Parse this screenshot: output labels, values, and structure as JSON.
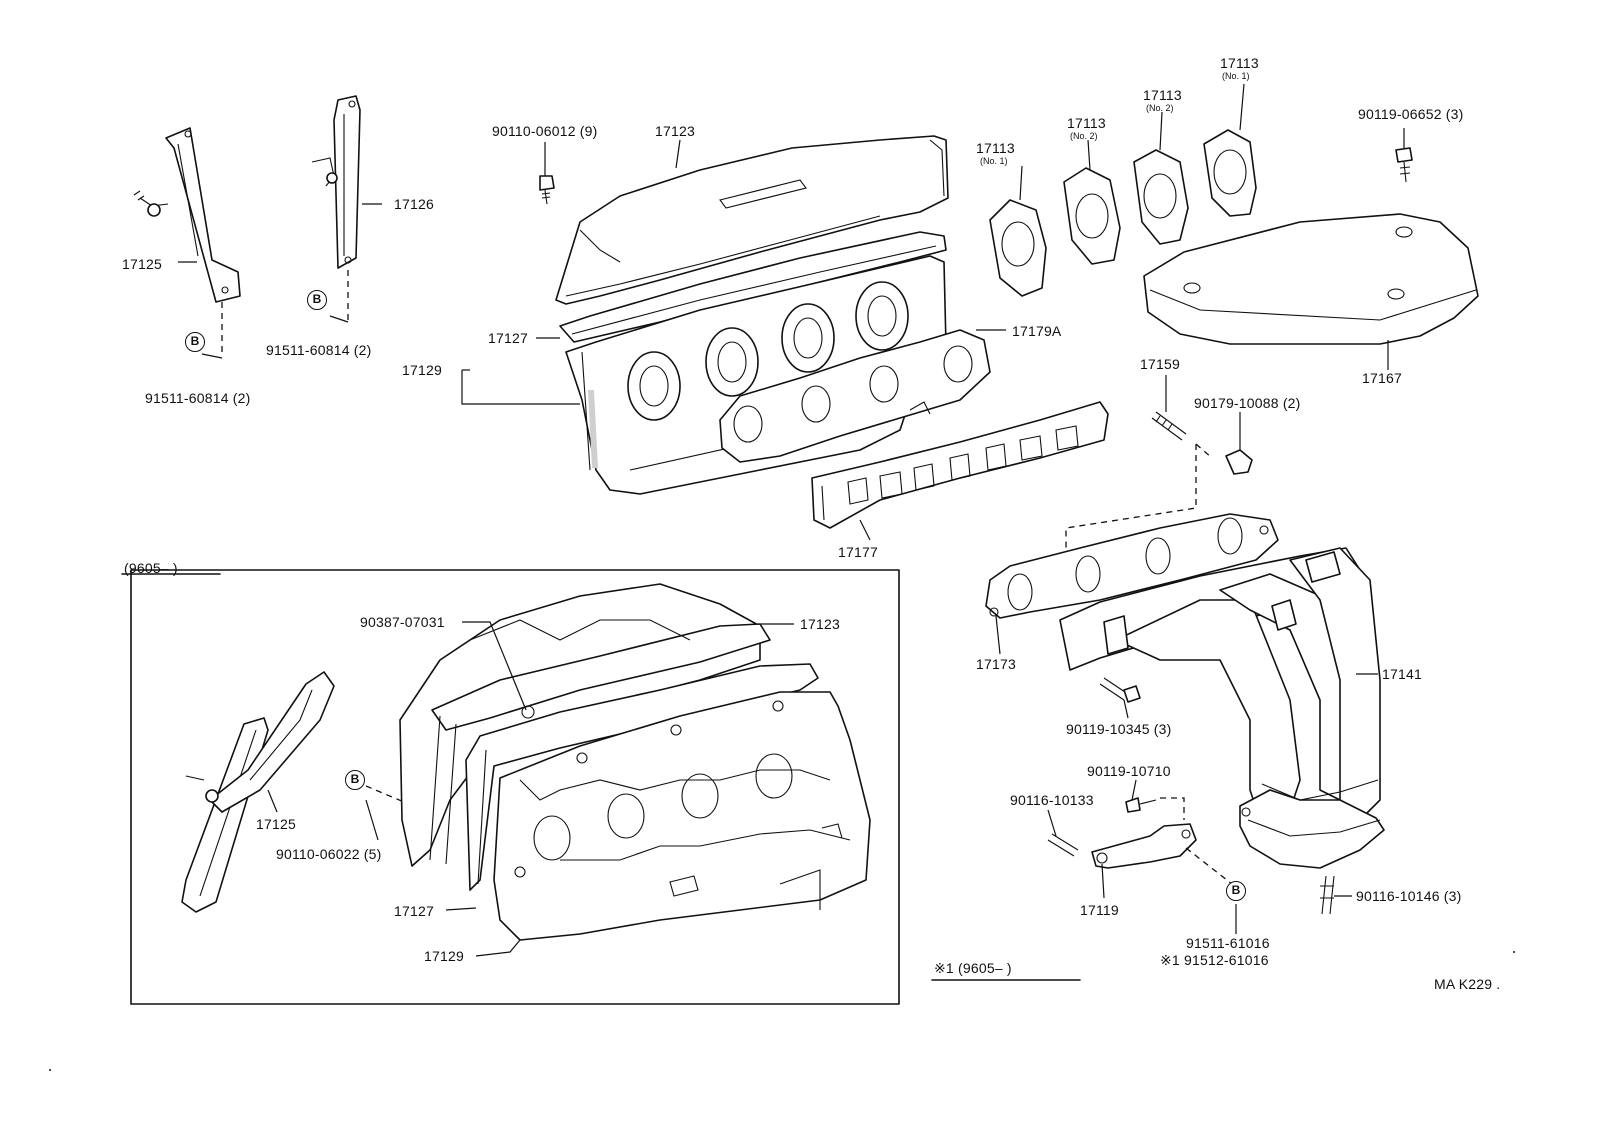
{
  "labels": {
    "p17125_top": "17125",
    "p91511_60814_left": "91511-60814 (2)",
    "p17126": "17126",
    "p91511_60814_right": "91511-60814 (2)",
    "p90110_06012": "90110-06012 (9)",
    "p17123_top": "17123",
    "p17127_top": "17127",
    "p17129_top": "17129",
    "p17113_a": "17113",
    "p17113_b": "17113",
    "p17113_c": "17113",
    "p17113_d": "17113",
    "p90119_06652": "90119-06652 (3)",
    "p17179A": "17179A",
    "p17167": "17167",
    "p17159": "17159",
    "p90179_10088": "90179-10088 (2)",
    "p17177": "17177",
    "inset_header": "(9605–          )",
    "p90387_07031": "90387-07031",
    "p17123_inset": "17123",
    "p17125_inset": "17125",
    "p90110_06022": "90110-06022 (5)",
    "p17127_inset": "17127",
    "p17129_inset": "17129",
    "p17173": "17173",
    "p17141": "17141",
    "p90119_10345": "90119-10345 (3)",
    "p90119_10710": "90119-10710",
    "p90116_10133": "90116-10133",
    "p17119": "17119",
    "p91511_61016": "91511-61016",
    "p91512_61016": "※1 91512-61016",
    "p90116_10146": "90116-10146 (3)",
    "note_9605": "※1 (9605–          )",
    "diagram_code": "MA K229 ."
  },
  "sublabels": {
    "no1_a": "(No. 1)",
    "no2_b": "(No. 2)",
    "no2_c": "(No. 2)",
    "no1_d": "(No. 1)"
  },
  "ref_marks": {
    "b1": "B",
    "b2": "B",
    "b3": "B",
    "b4": "B"
  }
}
